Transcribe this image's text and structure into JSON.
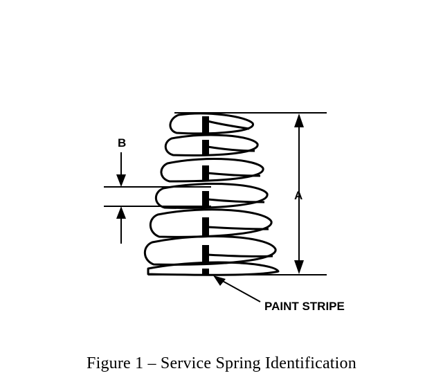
{
  "labels": {
    "dimension_a": "A",
    "dimension_b": "B",
    "paint_stripe": "PAINT STRIPE"
  },
  "caption": "Figure 1 – Service Spring Identification",
  "colors": {
    "ink": "#000000",
    "background": "#ffffff"
  }
}
